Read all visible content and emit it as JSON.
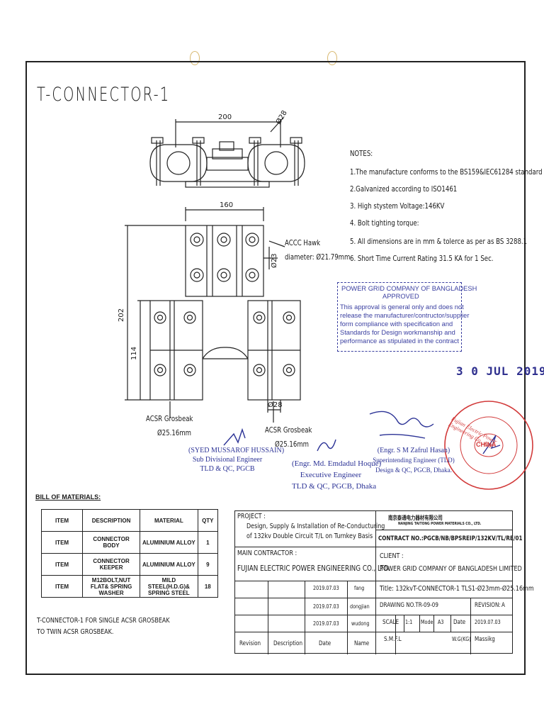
{
  "drawing": {
    "title": "T-CONNECTOR-1",
    "dims": {
      "d200": "200",
      "d28a": "Ø28",
      "d160": "160",
      "d23": "Ø23",
      "d202": "202",
      "d114": "114",
      "d28b": "Ø28"
    },
    "labels": {
      "accc": "ACCC Hawk",
      "accc_dia": "diameter: Ø21.79mm",
      "acsr_left": "ACSR Grosbeak",
      "acsr_left_dia": "Ø25.16mm",
      "acsr_right": "ACSR Grosbeak",
      "acsr_right_dia": "Ø25.16mm"
    }
  },
  "notes": {
    "heading": "NOTES:",
    "items": [
      "1.The manufacture conforms to the BS159&IEC61284 standard",
      "2.Galvanized according to ISO1461",
      "3. High stystem Voltage:146KV",
      "4. Bolt tighting torque:",
      "5. All dimensions are in mm & tolerce as per as BS 3288.1",
      "6. Short Time Current Rating 31.5 KA for 1 Sec."
    ]
  },
  "approval": {
    "lines": [
      "POWER GRID COMPANY OF BANGLADESH",
      "APPROVED",
      "This approval is general only and does not",
      "release the manufacturer/contructor/supplier",
      "form compliance with specification and",
      "Standards for Design workmanship and",
      "performance as stipulated in the contract"
    ],
    "date": "3 0 JUL 2019"
  },
  "signatories": [
    {
      "name": "(SYED MUSSAROF HUSSAIN)",
      "title": "Sub Divisional Engineer",
      "dept": "TLD & QC, PGCB"
    },
    {
      "name": "(Engr. Md. Emdadul Hoque)",
      "title": "Executive Engineer",
      "dept": "TLD & QC, PGCB, Dhaka"
    },
    {
      "name": "(Engr. S M Zafrul Hasan)",
      "title": "Superintending Engineer (TLD)",
      "dept": "Design & QC, PGCB, Dhaka."
    }
  ],
  "seal": {
    "text": "Fujian Electric Power Engineering Co., Ltd.",
    "center": "CHINA"
  },
  "bom": {
    "label": "BILL OF MATERIALS:",
    "headers": [
      "ITEM",
      "DESCRIPTION",
      "MATERIAL",
      "QTY"
    ],
    "rows": [
      [
        "ITEM",
        "CONNECTOR BODY",
        "ALUMINIUM ALLOY",
        "1"
      ],
      [
        "ITEM",
        "CONNECTOR KEEPER",
        "ALUMINIUM ALLOY",
        "9"
      ],
      [
        "ITEM",
        "M12BOLT,NUT FLAT& SPRING WASHER",
        "MILD STEEL(H.D.G)& SPRING STEEL",
        "18"
      ]
    ]
  },
  "footnote": [
    "T-CONNECTOR-1 FOR SINGLE ACSR GROSBEAK",
    "TO TWIN ACSR GROSBEAK."
  ],
  "title_block": {
    "project_label": "PROJECT :",
    "project_line1": "Design, Supply & Installation of Re-Conducturing",
    "project_line2": "of 132kv Double Circuit T/L on Turnkey Basis",
    "company_cn": "南京泰通电力器材有限公司",
    "company_en": "NANJING TAITONG POWER MATERIALS CO., LTD.",
    "contract": "CONTRACT NO.:PGCB/NB/BPSREIP/132KV/TL/RE/01",
    "main_contractor_label": "MAIN CONTRACTOR :",
    "main_contractor": "FUJIAN ELECTRIC POWER ENGINEERING CO., LTD.",
    "client_label": "CLIENT :",
    "client": "POWER GRID COMPANY OF BANGLADESH LIMITED",
    "title_text": "Title: 132kvT-CONNECTOR-1   TLS1-Ø23mm-Ø25.16mm",
    "rev_rows": [
      {
        "date": "2019.07.03",
        "name": "fang"
      },
      {
        "date": "2019.07.03",
        "name": "dongjian"
      },
      {
        "date": "2019.07.03",
        "name": "wudong"
      }
    ],
    "drawing_no": "DRAWING NO.TR-09-09",
    "revision_label": "REVISION:",
    "revision": "A",
    "scale_label": "SCALE",
    "scale": "1:1",
    "model_label": "Model",
    "model": "A3",
    "date_label": "Date",
    "date": "2019.07.03",
    "smfl": "S.M.F.L",
    "weight_label": "W.G(KG)",
    "weight": "Massikg",
    "col_revision": "Revision",
    "col_description": "Description",
    "col_date": "Date",
    "col_name": "Name"
  }
}
